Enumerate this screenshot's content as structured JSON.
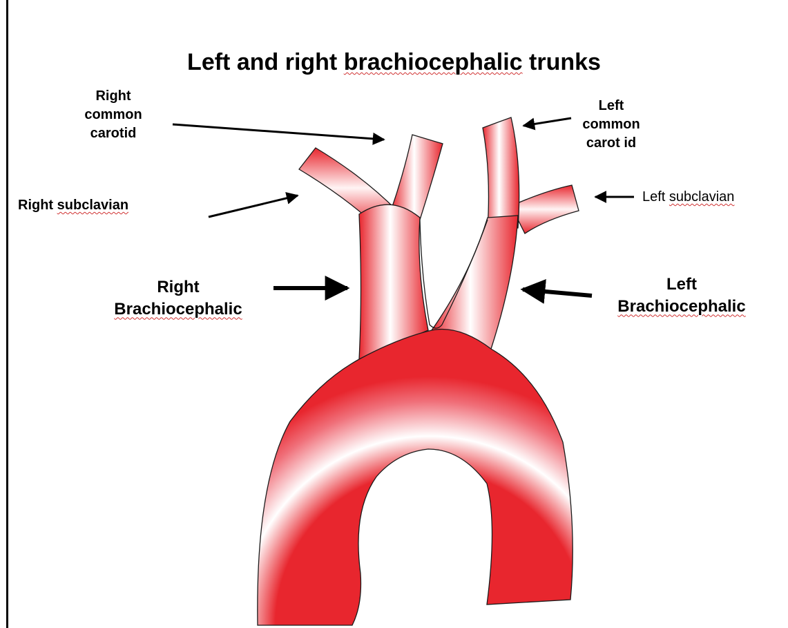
{
  "title": {
    "before": "Left and right ",
    "emphasis": "brachiocephalic",
    "after": " trunks"
  },
  "labels": {
    "right_common_carotid": [
      "Right",
      "common",
      "carotid"
    ],
    "left_common_carotid": [
      "Left",
      "common",
      "carot id"
    ],
    "right_subclavian": {
      "before": "Right ",
      "emphasis": "subclavian"
    },
    "left_subclavian": {
      "before": "Left ",
      "emphasis": "subclavian"
    },
    "right_brachiocephalic": {
      "line1": "Right",
      "line2": "Brachiocephalic"
    },
    "left_brachiocephalic": {
      "line1": "Left",
      "line2": "Brachiocephalic"
    }
  },
  "colors": {
    "vessel": "#e8262e",
    "vessel_highlight": "#ffffff",
    "outline": "#1a1a1a",
    "arrow": "#000000",
    "spellcheck_underline": "#d03030"
  }
}
